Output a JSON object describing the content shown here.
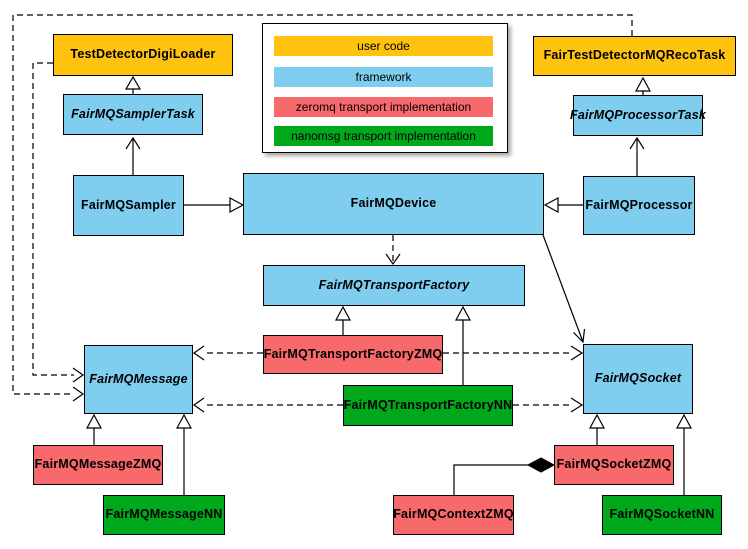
{
  "colors": {
    "gold": "#FFC20E",
    "blue": "#7FCEF0",
    "red": "#F8696B",
    "green": "#00A81B"
  },
  "legend": {
    "items": [
      {
        "label": "user code",
        "color": "#FFC20E"
      },
      {
        "label": "framework",
        "color": "#7FCEF0"
      },
      {
        "label": "zeromq transport implementation",
        "color": "#F8696B"
      },
      {
        "label": "nanomsg transport implementation",
        "color": "#00A81B"
      }
    ]
  },
  "nodes": {
    "test_detector_digi_loader": {
      "label": "TestDetectorDigiLoader"
    },
    "fair_test_detector_mq_reco_task": {
      "label": "FairTestDetectorMQRecoTask"
    },
    "fairmq_sampler_task": {
      "label": "FairMQSamplerTask"
    },
    "fairmq_processor_task": {
      "label": "FairMQProcessorTask"
    },
    "fairmq_sampler": {
      "label": "FairMQSampler"
    },
    "fairmq_device": {
      "label": "FairMQDevice"
    },
    "fairmq_processor": {
      "label": "FairMQProcessor"
    },
    "fairmq_transport_factory": {
      "label": "FairMQTransportFactory"
    },
    "fairmq_transport_factory_zmq": {
      "label": "FairMQTransportFactoryZMQ"
    },
    "fairmq_transport_factory_nn": {
      "label": "FairMQTransportFactoryNN"
    },
    "fairmq_message": {
      "label": "FairMQMessage"
    },
    "fairmq_socket": {
      "label": "FairMQSocket"
    },
    "fairmq_message_zmq": {
      "label": "FairMQMessageZMQ"
    },
    "fairmq_message_nn": {
      "label": "FairMQMessageNN"
    },
    "fairmq_socket_zmq": {
      "label": "FairMQSocketZMQ"
    },
    "fairmq_context_zmq": {
      "label": "FairMQContextZMQ"
    },
    "fairmq_socket_nn": {
      "label": "FairMQSocketNN"
    }
  }
}
